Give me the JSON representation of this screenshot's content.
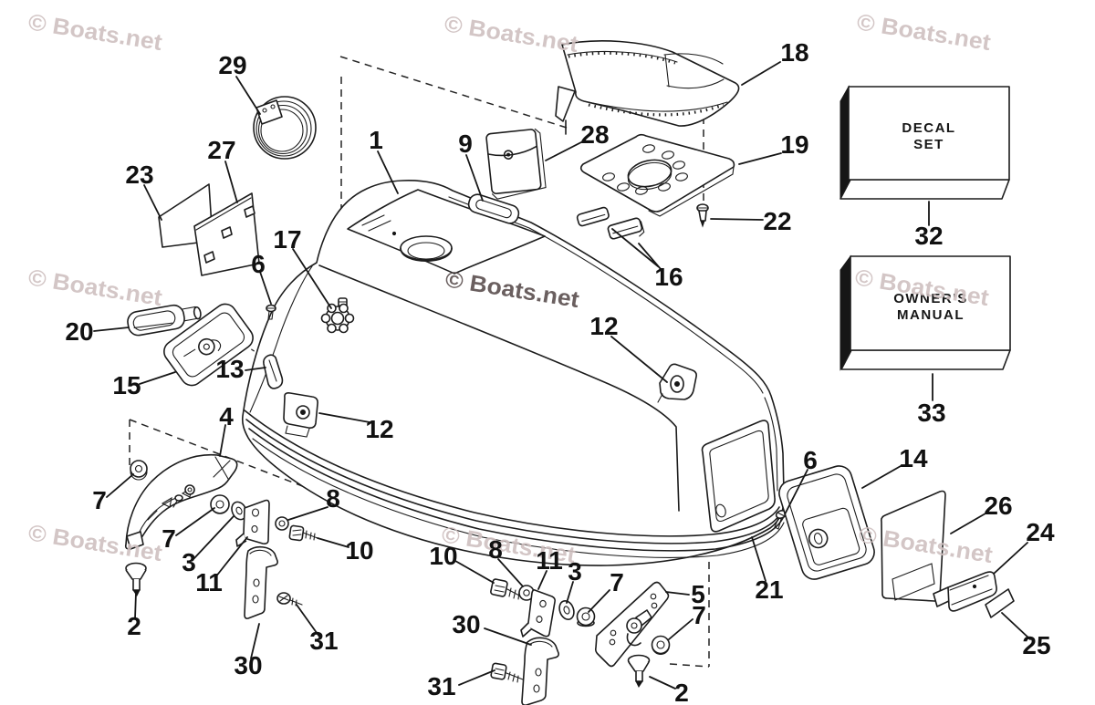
{
  "watermark": {
    "text": "© Boats.net"
  },
  "colors": {
    "line": "#1c1c1c",
    "watermark_light": "#cfc0c0",
    "watermark_dark": "#5a4e4e",
    "callout_text": "#111111",
    "background": "#ffffff"
  },
  "callouts": {
    "n1": "1",
    "n2": "2",
    "n3": "3",
    "n4": "4",
    "n5": "5",
    "n6": "6",
    "n7": "7",
    "n8": "8",
    "n9": "9",
    "n10": "10",
    "n11": "11",
    "n12": "12",
    "n13": "13",
    "n14": "14",
    "n15": "15",
    "n16": "16",
    "n17": "17",
    "n18": "18",
    "n19": "19",
    "n20": "20",
    "n21": "21",
    "n22": "22",
    "n23": "23",
    "n24": "24",
    "n25": "25",
    "n26": "26",
    "n27": "27",
    "n28": "28",
    "n29": "29",
    "n30": "30",
    "n31": "31",
    "n32": "32",
    "n33": "33"
  },
  "decal_set_box": {
    "line1": "DECAL",
    "line2": "SET"
  },
  "owners_manual_box": {
    "line1": "OWNER'S",
    "line2": "MANUAL"
  }
}
